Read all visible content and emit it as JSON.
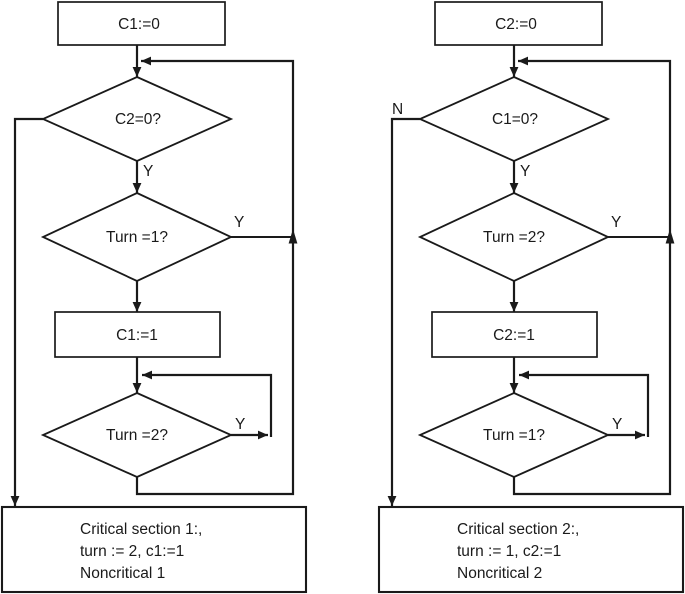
{
  "diagram": {
    "background_color": "#ffffff",
    "ink_color": "#1a1a1a",
    "type": "flowchart",
    "description_visible_text_only": true
  },
  "charts": [
    {
      "start": "C1:=0",
      "decision1": "C2=0?",
      "decision1_yes_label": "Y",
      "decision2": "Turn =1?",
      "decision2_yes_label": "Y",
      "assign": "C1:=1",
      "decision3": "Turn =2?",
      "decision3_yes_label": "Y",
      "critical_line1": "Critical section 1:,",
      "critical_line2": "turn := 2, c1:=1",
      "critical_line3": "Noncritical 1"
    },
    {
      "start": "C2:=0",
      "decision1": "C1=0?",
      "decision1_no_label": "N",
      "decision1_yes_label": "Y",
      "decision2": "Turn =2?",
      "decision2_yes_label": "Y",
      "assign": "C2:=1",
      "decision3": "Turn =1?",
      "decision3_yes_label": "Y",
      "critical_line1": "Critical section 2:,",
      "critical_line2": "turn := 1, c2:=1",
      "critical_line3": "Noncritical 2"
    }
  ]
}
